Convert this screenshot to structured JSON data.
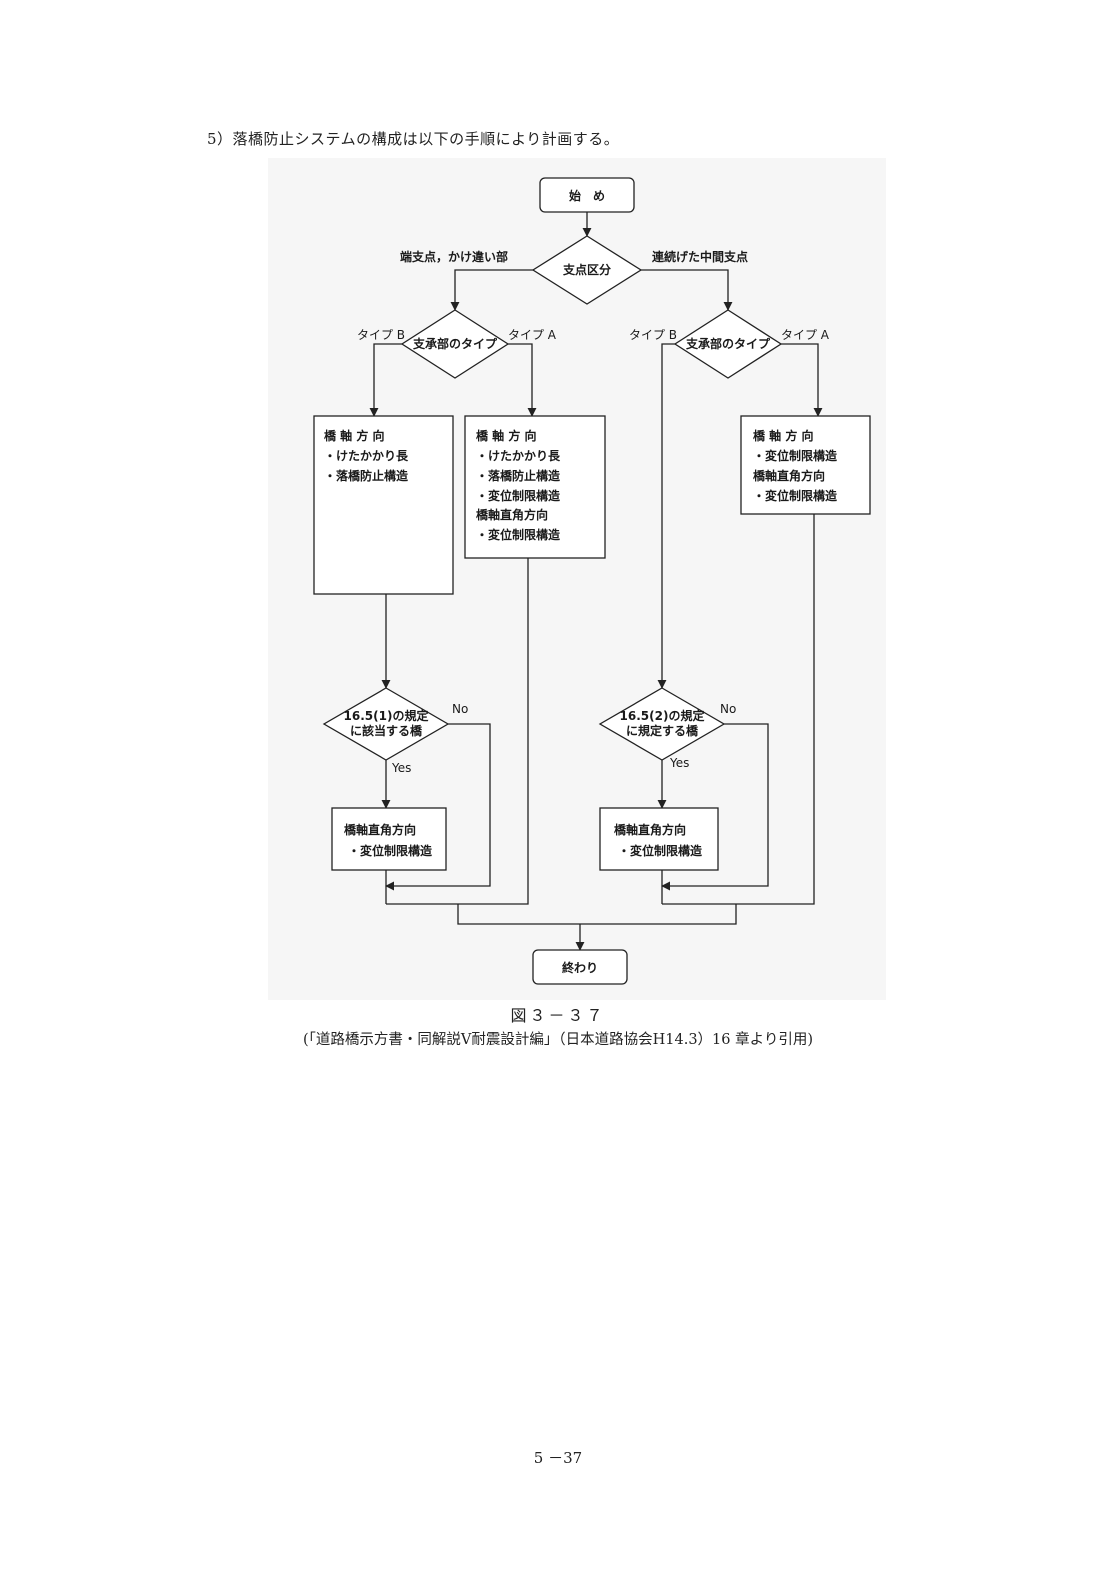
{
  "heading": "5）落橋防止システムの構成は以下の手順により計画する。",
  "flowchart": {
    "start": "始　め",
    "end": "終わり",
    "decision_support": "支点区分",
    "branch_left": "端支点，かけ違い部",
    "branch_right": "連続げた中間支点",
    "decision_bearing_left": "支承部のタイプ",
    "decision_bearing_right": "支承部のタイプ",
    "type_b_left": "タイプ B",
    "type_a_left": "タイプ A",
    "type_b_right": "タイプ B",
    "type_a_right": "タイプ A",
    "box1": [
      "橋 軸 方 向",
      "・けたかかり長",
      "・落橋防止構造"
    ],
    "box2": [
      "橋 軸 方 向",
      "・けたかかり長",
      "・落橋防止構造",
      "・変位制限構造",
      "橋軸直角方向",
      "・変位制限構造"
    ],
    "box3": [
      "橋 軸 方 向",
      "・変位制限構造",
      "橋軸直角方向",
      "・変位制限構造"
    ],
    "decision_rule_left": [
      "16.5(1)の規定",
      "に該当する橋"
    ],
    "decision_rule_right": [
      "16.5(2)の規定",
      "に規定する橋"
    ],
    "no_left": "No",
    "yes_left": "Yes",
    "no_right": "No",
    "yes_right": "Yes",
    "box4": [
      "橋軸直角方向",
      "・変位制限構造"
    ],
    "box5": [
      "橋軸直角方向",
      "・変位制限構造"
    ]
  },
  "figure_number": "図３－３７",
  "source_note": "(「道路橋示方書・同解説Ⅴ耐震設計編」（日本道路協会H14.3）16 章より引用)",
  "page_number": "5 －37"
}
